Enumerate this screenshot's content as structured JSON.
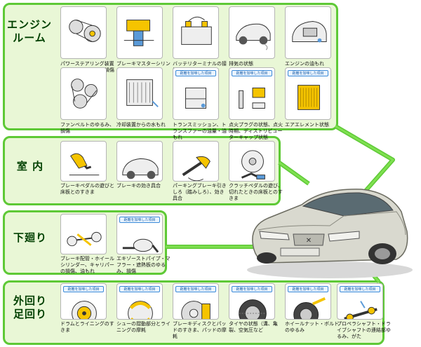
{
  "colors": {
    "border": "#5ec936",
    "panel": "#e9f7d6",
    "badge": "#3a8ad8"
  },
  "badge_text": "距離を加味した項目",
  "sections": {
    "engine": {
      "title_line1": "エンジン",
      "title_line2": "ルーム",
      "items": [
        {
          "caption": "パワーステアリング装置のベルトのゆるみ・損傷",
          "icon": "belt-icon",
          "badge": false
        },
        {
          "caption": "ブレーキマスターシリンダーの油もれ",
          "icon": "brake-master-cylinder-icon",
          "badge": false
        },
        {
          "caption": "バッテリターミナルの接続状態",
          "icon": "battery-terminal-icon",
          "badge": false
        },
        {
          "caption": "排気の状態",
          "icon": "exhaust-icon",
          "badge": false
        },
        {
          "caption": "エンジンの油もれ",
          "icon": "engine-icon",
          "badge": false
        },
        {
          "caption": "ファンベルトのゆるみ、損傷",
          "icon": "fan-belt-icon",
          "badge": false
        },
        {
          "caption": "冷却装置からの水もれ",
          "icon": "radiator-icon",
          "badge": false
        },
        {
          "caption": "トランスミッション、トランスファーの油量・油もれ",
          "icon": "transmission-icon",
          "badge": true
        },
        {
          "caption": "点火プラグの状態、点火時期、ディストリビューターキャップ状態",
          "icon": "spark-plug-icon",
          "badge": true
        },
        {
          "caption": "エアエレメント状態",
          "icon": "air-filter-icon",
          "badge": true
        }
      ]
    },
    "interior": {
      "title": "室 内",
      "items": [
        {
          "caption": "ブレーキペダルの遊びと床板とのすきま",
          "icon": "brake-pedal-icon",
          "badge": false
        },
        {
          "caption": "ブレーキの効き具合",
          "icon": "car-brake-icon",
          "badge": false
        },
        {
          "caption": "パーキングブレーキ引きしろ（踏みしろ）、効き具合",
          "icon": "parking-brake-icon",
          "badge": false
        },
        {
          "caption": "クラッチペダルの遊び、切れたときの床板とのすきま",
          "icon": "clutch-pedal-icon",
          "badge": false
        }
      ]
    },
    "underbody": {
      "title": "下廻り",
      "items": [
        {
          "caption": "ブレーキ配管・ホイールシリンダー、キャリパーの損傷、油もれ",
          "icon": "brake-pipe-icon",
          "badge": false
        },
        {
          "caption": "エキゾーストパイプ・マフラー・遮熱板のゆるみ、損傷",
          "icon": "muffler-icon",
          "badge": true
        }
      ]
    },
    "exterior": {
      "title_line1": "外回り",
      "title_line2": "足回り",
      "items": [
        {
          "caption": "ドラムとライニングのすきま",
          "icon": "drum-brake-icon",
          "badge": true
        },
        {
          "caption": "シューの摺動部分とライニングの摩耗",
          "icon": "brake-shoe-icon",
          "badge": true
        },
        {
          "caption": "ブレーキディスクとパッドのすきま、パッドの摩耗",
          "icon": "brake-disc-icon",
          "badge": true
        },
        {
          "caption": "タイヤの状態（溝、亀裂、空気圧など",
          "icon": "tire-icon",
          "badge": true
        },
        {
          "caption": "ホイールナット・ボルトのゆるみ",
          "icon": "wheel-nut-icon",
          "badge": true
        },
        {
          "caption": "プロペラシャフト・ドライブシャフトの連結部ゆるみ、がた",
          "icon": "propeller-shaft-icon",
          "badge": true
        }
      ]
    }
  }
}
